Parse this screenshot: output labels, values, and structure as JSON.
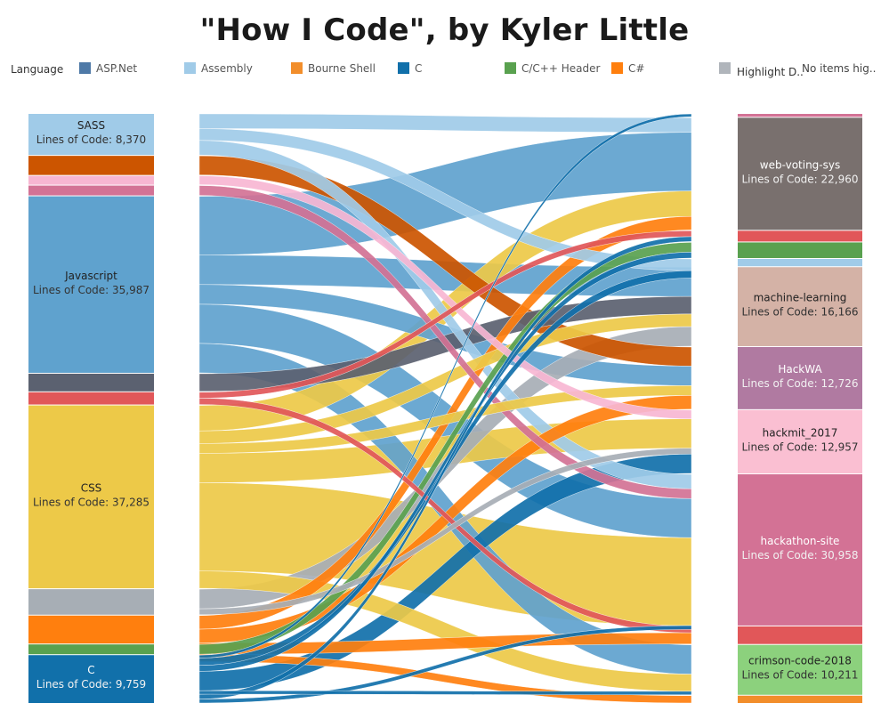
{
  "page": {
    "title": "\"How I Code\", by Kyler Little"
  },
  "legend": {
    "title": "Language",
    "items": [
      {
        "label": "ASP.Net",
        "color": "#4e79a7"
      },
      {
        "label": "Assembly",
        "color": "#a0cbe8"
      },
      {
        "label": "Bourne Shell",
        "color": "#f28e2b"
      },
      {
        "label": "C",
        "color": "#1170aa"
      },
      {
        "label": "C/C++ Header",
        "color": "#59a14f"
      },
      {
        "label": "C#",
        "color": "#ff7f0e"
      }
    ],
    "highlight_label": "Highlight D..",
    "highlight_value": "No items hig.."
  },
  "chart_data": {
    "type": "sankey",
    "title": "\"How I Code\", by Kyler Little",
    "value_label": "Lines of Code:",
    "languages": [
      {
        "name": "SASS",
        "value": 8370,
        "color": "#a0cbe8",
        "label": true
      },
      {
        "name": "",
        "value": 3900,
        "color": "#cc5500",
        "label": false
      },
      {
        "name": "",
        "value": 1800,
        "color": "#f7b6d2",
        "label": false
      },
      {
        "name": "",
        "value": 2000,
        "color": "#d37295",
        "label": false
      },
      {
        "name": "Javascript",
        "value": 35987,
        "color": "#5fa2ce",
        "label": true
      },
      {
        "name": "",
        "value": 3600,
        "color": "#5b6170",
        "label": false
      },
      {
        "name": "",
        "value": 2500,
        "color": "#e15759",
        "label": false
      },
      {
        "name": "CSS",
        "value": 37285,
        "color": "#edc948",
        "label": true
      },
      {
        "name": "",
        "value": 5200,
        "color": "#a7aeb5",
        "label": false
      },
      {
        "name": "",
        "value": 5700,
        "color": "#ff7f0e",
        "label": false
      },
      {
        "name": "",
        "value": 2000,
        "color": "#59a14f",
        "label": false
      },
      {
        "name": "C",
        "value": 9759,
        "color": "#1170aa",
        "label": true
      }
    ],
    "projects": [
      {
        "name": "",
        "value": 600,
        "color": "#d37295",
        "label": false
      },
      {
        "name": "web-voting-sys",
        "value": 22960,
        "color": "#79706e",
        "label": true
      },
      {
        "name": "",
        "value": 2200,
        "color": "#e15759",
        "label": false
      },
      {
        "name": "",
        "value": 3200,
        "color": "#59a14f",
        "label": false
      },
      {
        "name": "",
        "value": 1500,
        "color": "#a0cbe8",
        "label": false
      },
      {
        "name": "machine-learning",
        "value": 16166,
        "color": "#d4b2a6",
        "label": true
      },
      {
        "name": "HackWA",
        "value": 12726,
        "color": "#b07aa1",
        "label": true
      },
      {
        "name": "hackmit_2017",
        "value": 12957,
        "color": "#fabfd2",
        "label": true
      },
      {
        "name": "hackathon-site",
        "value": 30958,
        "color": "#d37295",
        "label": true
      },
      {
        "name": "",
        "value": 3600,
        "color": "#e15759",
        "label": false
      },
      {
        "name": "crimson-code-2018",
        "value": 10211,
        "color": "#8cd17d",
        "label": true
      },
      {
        "name": "",
        "value": 1500,
        "color": "#f28e2b",
        "label": false
      }
    ],
    "flows": [
      {
        "from": 0,
        "to": 1,
        "value": 3000
      },
      {
        "from": 0,
        "to": 4,
        "value": 2400
      },
      {
        "from": 0,
        "to": 8,
        "value": 2970
      },
      {
        "from": 1,
        "to": 6,
        "value": 3900
      },
      {
        "from": 2,
        "to": 7,
        "value": 1800
      },
      {
        "from": 3,
        "to": 8,
        "value": 2000
      },
      {
        "from": 4,
        "to": 1,
        "value": 12000
      },
      {
        "from": 4,
        "to": 5,
        "value": 6000
      },
      {
        "from": 4,
        "to": 6,
        "value": 4000
      },
      {
        "from": 4,
        "to": 8,
        "value": 8000
      },
      {
        "from": 4,
        "to": 10,
        "value": 5987
      },
      {
        "from": 5,
        "to": 5,
        "value": 3600
      },
      {
        "from": 6,
        "to": 2,
        "value": 1200
      },
      {
        "from": 6,
        "to": 9,
        "value": 1300
      },
      {
        "from": 7,
        "to": 1,
        "value": 5200
      },
      {
        "from": 7,
        "to": 5,
        "value": 2566
      },
      {
        "from": 7,
        "to": 6,
        "value": 2000
      },
      {
        "from": 7,
        "to": 7,
        "value": 6000
      },
      {
        "from": 7,
        "to": 8,
        "value": 18000
      },
      {
        "from": 7,
        "to": 10,
        "value": 3519
      },
      {
        "from": 8,
        "to": 5,
        "value": 4000
      },
      {
        "from": 8,
        "to": 7,
        "value": 1200
      },
      {
        "from": 9,
        "to": 1,
        "value": 2760
      },
      {
        "from": 9,
        "to": 6,
        "value": 2826
      },
      {
        "from": 9,
        "to": 9,
        "value": 2300
      },
      {
        "from": 9,
        "to": 11,
        "value": 1500
      },
      {
        "from": 10,
        "to": 3,
        "value": 2000
      },
      {
        "from": 11,
        "to": 0,
        "value": 600
      },
      {
        "from": 11,
        "to": 4,
        "value": 1500
      },
      {
        "from": 11,
        "to": 3,
        "value": 1200
      },
      {
        "from": 11,
        "to": 7,
        "value": 3957
      },
      {
        "from": 11,
        "to": 10,
        "value": 705
      },
      {
        "from": 11,
        "to": 2,
        "value": 1000
      },
      {
        "from": 11,
        "to": 8,
        "value": 797
      }
    ]
  }
}
